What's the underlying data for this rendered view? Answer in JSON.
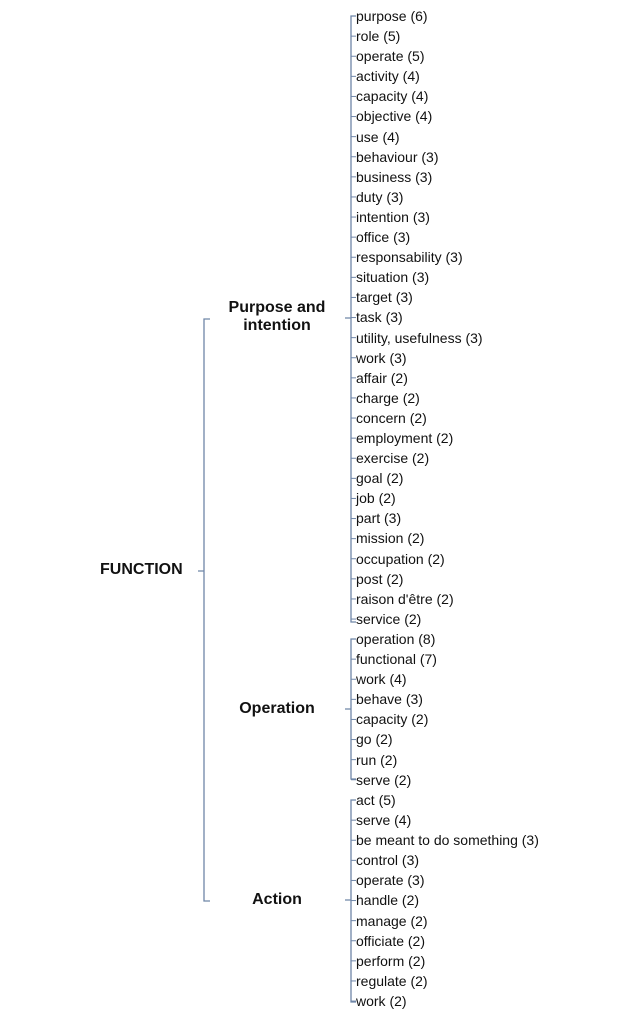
{
  "root": {
    "label": "FUNCTION"
  },
  "groups": [
    {
      "label_line1": "Purpose and",
      "label_line2": "intention",
      "items": [
        "purpose (6)",
        "role (5)",
        "operate (5)",
        "activity (4)",
        "capacity (4)",
        "objective (4)",
        "use (4)",
        "behaviour (3)",
        "business (3)",
        "duty (3)",
        "intention (3)",
        "office (3)",
        "responsability (3)",
        "situation (3)",
        "target (3)",
        "task (3)",
        "utility, usefulness (3)",
        "work (3)",
        "affair (2)",
        "charge (2)",
        "concern (2)",
        "employment (2)",
        "exercise (2)",
        "goal (2)",
        "job (2)",
        "part (3)",
        "mission (2)",
        "occupation (2)",
        "post (2)",
        "raison d'être (2)",
        "service (2)"
      ]
    },
    {
      "label_line1": "Operation",
      "items": [
        "operation (8)",
        "functional (7)",
        "work (4)",
        "behave (3)",
        "capacity (2)",
        "go (2)",
        "run (2)",
        "serve (2)"
      ]
    },
    {
      "label_line1": "Action",
      "items": [
        "act (5)",
        "serve (4)",
        "be meant to do something (3)",
        "control (3)",
        "operate (3)",
        "handle (2)",
        "manage (2)",
        "officiate (2)",
        "perform (2)",
        "regulate (2)",
        "work (2)"
      ]
    }
  ]
}
